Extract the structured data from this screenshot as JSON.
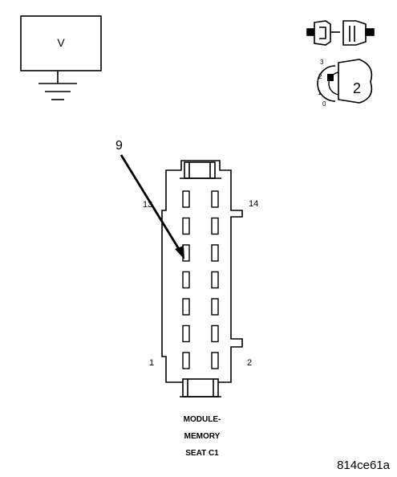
{
  "meter": {
    "label": "V"
  },
  "key_icon": {
    "scale_3": "3",
    "scale_2": "2",
    "scale_1": "1",
    "scale_0": "0",
    "position": "2"
  },
  "connector": {
    "callout_pin": "9",
    "pin_start_left": "1",
    "pin_start_right": "2",
    "pin_end_right": "14",
    "pin_end_left": "13",
    "name_line1": "MODULE-",
    "name_line2": "MEMORY",
    "name_line3": "SEAT C1"
  },
  "figure_id": "814ce61a"
}
